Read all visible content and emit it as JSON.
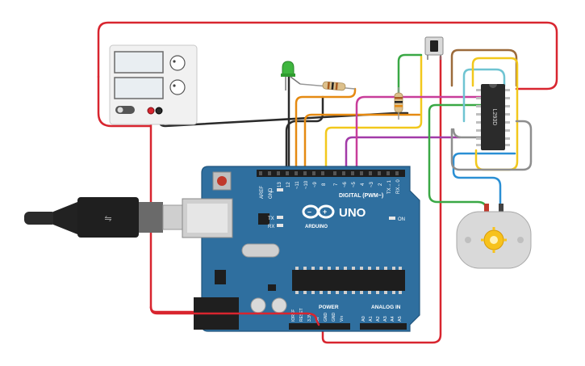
{
  "arduino": {
    "logo": "UNO",
    "brand": "ARDUINO",
    "digital_header": "DIGITAL (PWM~)",
    "analog_header": "ANALOG IN",
    "power_header": "POWER",
    "led_l": "L",
    "led_tx": "TX",
    "led_rx": "RX",
    "led_on": "ON",
    "digital_pins": [
      "AREF",
      "GND",
      "13",
      "12",
      "~11",
      "~10",
      "~9",
      "8",
      "7",
      "~6",
      "~5",
      "4",
      "~3",
      "2",
      "TX→1",
      "RX←0"
    ],
    "power_pins": [
      "IOREF",
      "RESET",
      "3.3V",
      "5V",
      "GND",
      "GND",
      "Vin"
    ],
    "analog_pins": [
      "A0",
      "A1",
      "A2",
      "A3",
      "A4",
      "A5"
    ]
  },
  "driver_ic": {
    "label": "L293D"
  },
  "colors": {
    "board": "#2f6f9f",
    "board_dark": "#21557d",
    "wire_red": "#d8252f",
    "wire_black": "#2b2b2b",
    "wire_orange": "#e58a12",
    "wire_yellow": "#f2c81c",
    "wire_purple": "#a23aa8",
    "wire_magenta": "#c83d9a",
    "wire_green": "#3aa845",
    "wire_blue": "#2a8fd4",
    "wire_brown": "#9c6b3b",
    "wire_cyan": "#6fc4d2",
    "wire_gray": "#8e8e8e"
  },
  "icons": [
    "usb-plug-icon",
    "power-supply-icon",
    "led-icon",
    "resistor-icon",
    "pushbutton-icon",
    "dc-motor-icon",
    "chip-icon"
  ]
}
